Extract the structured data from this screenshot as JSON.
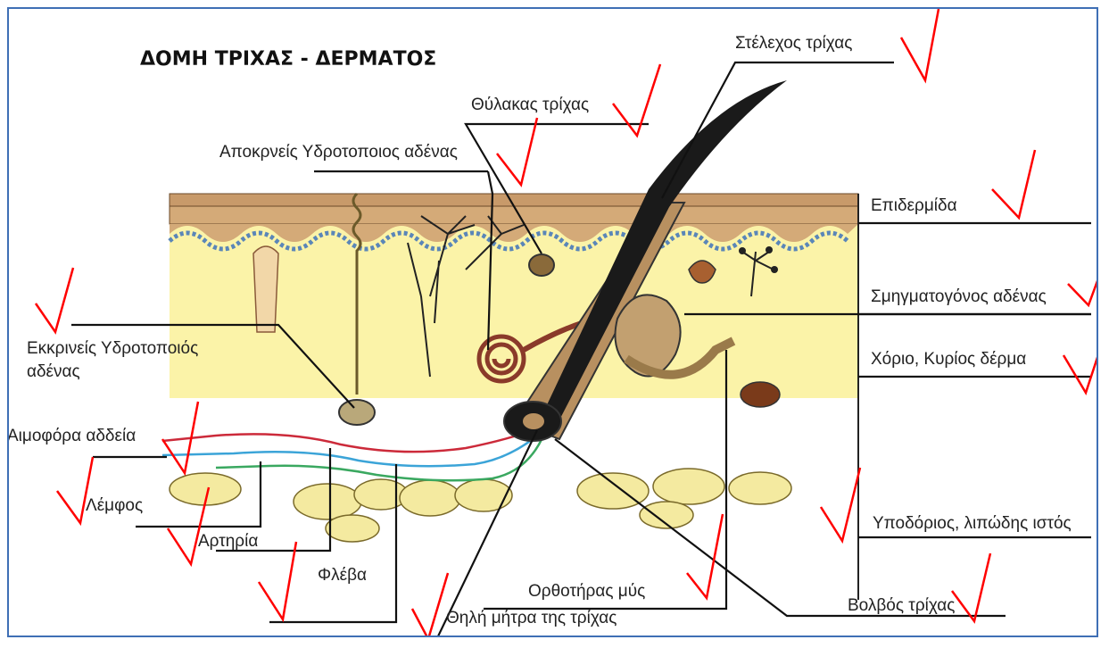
{
  "title": "ΔΟΜΗ ΤΡΙΧΑΣ - ΔΕΡΜΑΤΟΣ",
  "labels": {
    "hair_shaft": "Στέλεχος τρίχας",
    "hair_follicle": "Θύλακας τρίχας",
    "apocrine_gland": "Αποκρνείς Υδροτοποιος αδένας",
    "epidermis": "Επιδερμίδα",
    "sebaceous_gland": "Σμηγματογόνος αδένας",
    "dermis": "Χόριο, Κυρίος δέρμα",
    "eccrine_gland_line1": "Εκκρινείς Υδροτοποιός",
    "eccrine_gland_line2": "αδένας",
    "blood_vessel": "Αιμοφόρα αδδεία",
    "lymph": "Λέμφος",
    "artery": "Αρτηρία",
    "vein": "Φλέβα",
    "arrector_muscle": "Ορθοτήρας μύς",
    "hair_papilla": "Θηλή μήτρα της τρίχας",
    "hair_bulb": "Βολβός τρίχας",
    "subcutaneous": "Υποδόριος, λιπώδης ιστός"
  },
  "colors": {
    "checkmark": "#ff0000",
    "epidermis": "#c8a070",
    "dermis": "#fbf3a8",
    "fat": "#f4eaa0",
    "artery_line": "#cc2a3a",
    "vein_line": "#3ba4d8",
    "lymph_line": "#3aa860",
    "frame": "#3f6fb5"
  },
  "icons": [
    "checkmark-icon"
  ]
}
